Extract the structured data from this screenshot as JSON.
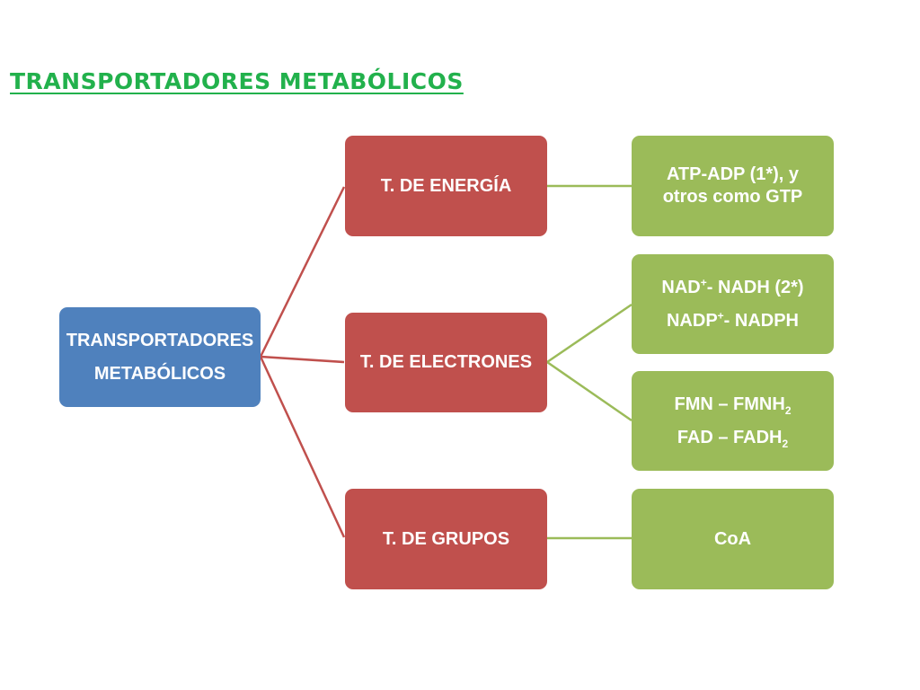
{
  "title": "TRANSPORTADORES METABÓLICOS",
  "colors": {
    "title": "#22b14c",
    "root": "#4f81bd",
    "category": "#c0504d",
    "leaf": "#9bbb59",
    "root_link": "#c0504d",
    "leaf_link": "#9bbb59"
  },
  "root": {
    "lines": [
      "TRANSPORTADORES",
      "METABÓLICOS"
    ]
  },
  "categories": [
    {
      "label": "T. DE ENERGÍA"
    },
    {
      "label": "T. DE ELECTRONES"
    },
    {
      "label": "T. DE GRUPOS"
    }
  ],
  "leaves": {
    "energia": {
      "line1": "ATP-ADP (1*), y",
      "line2": "otros como GTP"
    },
    "nad": {
      "l1": {
        "a": "NAD",
        "sup": "+",
        "b": "- NADH (2*)"
      },
      "l2": {
        "a": "NADP",
        "sup": "+",
        "b": "- NADPH"
      }
    },
    "fmn": {
      "l1": {
        "a": "FMN – FMNH",
        "sub": "2"
      },
      "l2": {
        "a": "FAD – FADH",
        "sub": "2"
      }
    },
    "grupos": {
      "label": "CoA"
    }
  }
}
